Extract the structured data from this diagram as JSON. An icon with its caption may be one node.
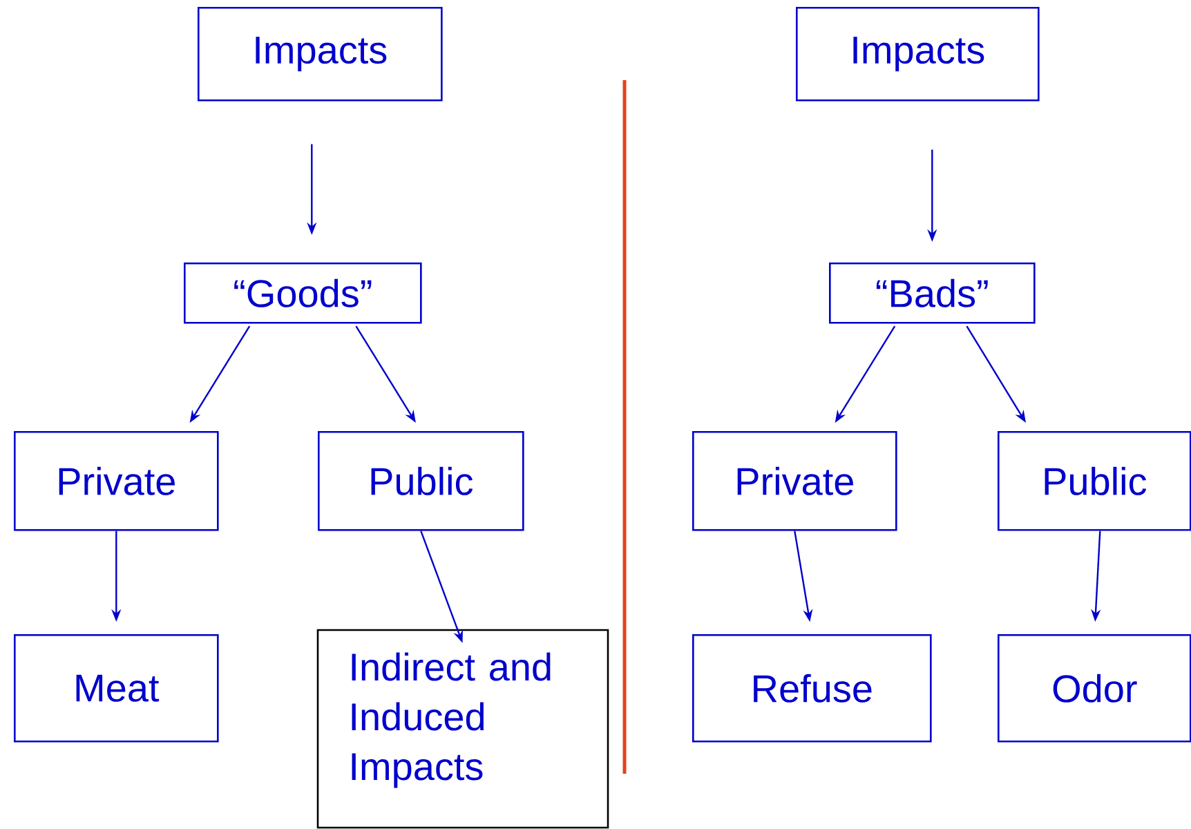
{
  "diagram": {
    "nodes": [
      {
        "text": [
          "Impacts"
        ]
      },
      {
        "text": [
          "“Goods”"
        ]
      },
      {
        "text": [
          "Private"
        ]
      },
      {
        "text": [
          "Public"
        ]
      },
      {
        "text": [
          "Meat"
        ]
      },
      {
        "text": [
          "Indirect and Induced Impacts"
        ]
      },
      {
        "text": [
          "Impacts"
        ]
      },
      {
        "text": [
          "“Bads”"
        ]
      },
      {
        "text": [
          "Private"
        ]
      },
      {
        "text": [
          "Public"
        ]
      },
      {
        "text": [
          "Refuse"
        ]
      },
      {
        "text": [
          "Odor"
        ]
      }
    ],
    "edges": [
      {
        "from": 0,
        "to": 1,
        "arrow": "to"
      },
      {
        "from": 1,
        "to": 2,
        "arrow": "to"
      },
      {
        "from": 1,
        "to": 3,
        "arrow": "to"
      },
      {
        "from": 2,
        "to": 4,
        "arrow": "to"
      },
      {
        "from": 3,
        "to": 5,
        "arrow": "to"
      },
      {
        "from": 6,
        "to": 7,
        "arrow": "to"
      },
      {
        "from": 7,
        "to": 8,
        "arrow": "to"
      },
      {
        "from": 7,
        "to": 9,
        "arrow": "to"
      },
      {
        "from": 8,
        "to": 10,
        "arrow": "to"
      },
      {
        "from": 9,
        "to": 11,
        "arrow": "to"
      }
    ]
  }
}
